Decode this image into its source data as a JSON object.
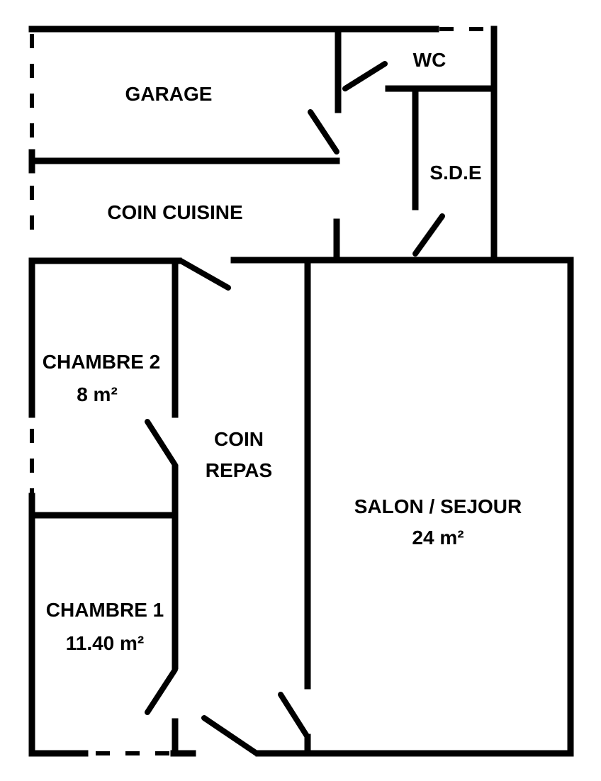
{
  "rooms": {
    "garage": {
      "name": "GARAGE"
    },
    "wc": {
      "name": "WC"
    },
    "sde": {
      "name": "S.D.E"
    },
    "coin_cuisine": {
      "name": "COIN CUISINE"
    },
    "chambre2": {
      "name": "CHAMBRE 2",
      "area": "8 m²"
    },
    "coin_repas": {
      "line1": "COIN",
      "line2": "REPAS"
    },
    "salon": {
      "name": "SALON / SEJOUR",
      "area": "24 m²"
    },
    "chambre1": {
      "name": "CHAMBRE 1",
      "area": "11.40 m²"
    }
  },
  "colors": {
    "line": "#000000",
    "background": "#ffffff"
  }
}
